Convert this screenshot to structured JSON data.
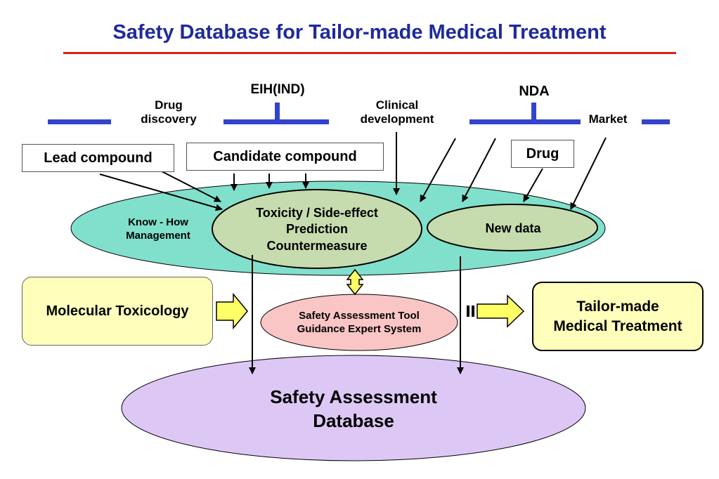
{
  "title": "Safety Database for Tailor-made Medical Treatment",
  "timeline": {
    "eih": "EIH(IND)",
    "drug_discovery": "Drug\ndiscovery",
    "clinical_development": "Clinical\ndevelopment",
    "nda": "NDA",
    "market": "Market"
  },
  "boxes": {
    "lead_compound": "Lead compound",
    "candidate_compound": "Candidate compound",
    "drug": "Drug",
    "molecular_toxicology": "Molecular Toxicology",
    "tailor_made": "Tailor-made\nMedical Treatment"
  },
  "ellipses": {
    "know_how": "Know - How\nManagement",
    "toxicity": "Toxicity / Side-effect\nPrediction\nCountermeasure",
    "new_data": "New data",
    "safety_tool": "Safety Assessment Tool\nGuidance Expert System",
    "safety_db": "Safety Assessment\nDatabase"
  },
  "colors": {
    "title": "#1f2a9c",
    "title_rule": "#e11b1b",
    "timeline": "#3344cc",
    "know_how_fill": "#80e0cc",
    "inner_fill": "#c6dcae",
    "tool_fill": "#f9c5c5",
    "db_fill": "#ddc8f5",
    "yellow_fill": "#ffffbb",
    "arrow_fill": "#ffff66"
  }
}
